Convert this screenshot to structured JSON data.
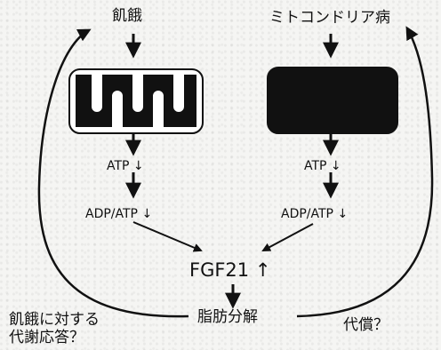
{
  "left": {
    "trigger": "飢餓",
    "atp": "ATP ↓",
    "adp_atp": "ADP/ATP ↓"
  },
  "right": {
    "trigger": "ミトコンドリア病",
    "atp": "ATP ↓",
    "adp_atp": "ADP/ATP ↓"
  },
  "center": {
    "fgf21": "FGF21 ↑",
    "lipolysis": "脂肪分解"
  },
  "loops": {
    "left_line1": "飢餓に対する",
    "left_line2": "代謝応答？",
    "right": "代償？"
  },
  "icons": {
    "left_mitochondrion": "normal-mitochondrion-icon",
    "right_mitochondrion": "damaged-mitochondrion-icon"
  }
}
